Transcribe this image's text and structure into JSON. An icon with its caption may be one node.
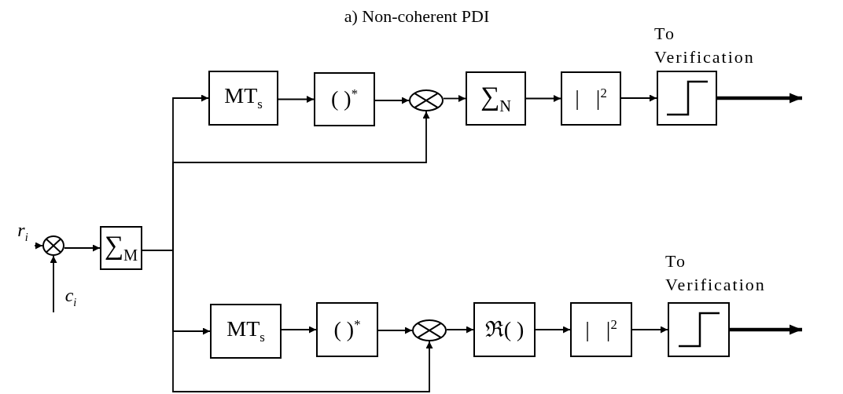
{
  "diagram": {
    "title": "a) Non-coherent PDI",
    "nodes": [
      {
        "text": [
          "r$_{i}$"
        ]
      },
      {
        "text": [
          "c$_{i}$"
        ]
      },
      {
        "text": [],
        "shape": "circle"
      },
      {
        "text": [
          "∑$_{M}$"
        ]
      },
      {
        "text": [
          "MT$_{s}$"
        ]
      },
      {
        "text": [
          "( )$^{*}$"
        ]
      },
      {
        "text": [],
        "shape": "circle"
      },
      {
        "text": [
          "∑$_{N}$"
        ]
      },
      {
        "text": [
          "|   |$^{2}$"
        ]
      },
      {
        "text": [],
        "shape": "box",
        "beside": [
          "To Verification"
        ]
      },
      {
        "text": [
          "MT$_{s}$"
        ]
      },
      {
        "text": [
          "( )$^{*}$"
        ]
      },
      {
        "text": [],
        "shape": "circle"
      },
      {
        "text": [
          "ℜ( )"
        ]
      },
      {
        "text": [
          "|   |$^{2}$"
        ]
      },
      {
        "text": [],
        "shape": "box",
        "beside": [
          "To Verification"
        ]
      }
    ],
    "edges": [
      {
        "from": 0,
        "to": 2,
        "arrow": "to"
      },
      {
        "from": 1,
        "to": 2,
        "arrow": "to"
      },
      {
        "from": 2,
        "to": 3,
        "arrow": "to"
      },
      {
        "from": 3,
        "to": 4,
        "arrow": "to"
      },
      {
        "from": 3,
        "to": 6,
        "arrow": "to"
      },
      {
        "from": 3,
        "to": 10,
        "arrow": "to"
      },
      {
        "from": 3,
        "to": 12,
        "arrow": "to"
      },
      {
        "from": 4,
        "to": 5,
        "arrow": "to"
      },
      {
        "from": 5,
        "to": 6,
        "arrow": "to"
      },
      {
        "from": 6,
        "to": 7,
        "arrow": "to"
      },
      {
        "from": 7,
        "to": 8,
        "arrow": "to"
      },
      {
        "from": 8,
        "to": 9,
        "arrow": "to"
      },
      {
        "from": 9,
        "to": null,
        "arrow": "to",
        "style": "thick"
      },
      {
        "from": 10,
        "to": 11,
        "arrow": "to"
      },
      {
        "from": 11,
        "to": 12,
        "arrow": "to"
      },
      {
        "from": 12,
        "to": 13,
        "arrow": "to"
      },
      {
        "from": 13,
        "to": 14,
        "arrow": "to"
      },
      {
        "from": 14,
        "to": 15,
        "arrow": "to"
      },
      {
        "from": 15,
        "to": null,
        "arrow": "to",
        "style": "thick"
      }
    ]
  }
}
